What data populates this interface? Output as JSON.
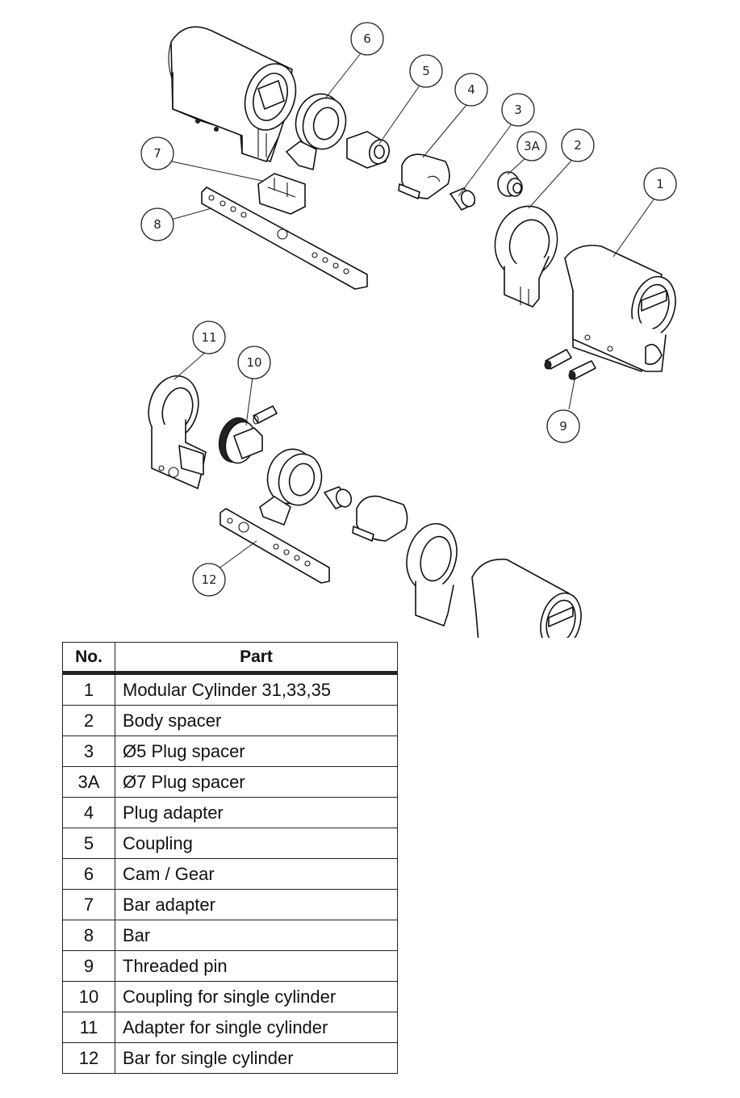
{
  "diagram": {
    "title": "Modular cylinder exploded view",
    "callouts": [
      {
        "label": "1",
        "part": "Modular Cylinder 31,33,35"
      },
      {
        "label": "2",
        "part": "Body spacer"
      },
      {
        "label": "3",
        "part": "Ø5 Plug spacer"
      },
      {
        "label": "3A",
        "part": "Ø7 Plug spacer"
      },
      {
        "label": "4",
        "part": "Plug adapter"
      },
      {
        "label": "5",
        "part": "Coupling"
      },
      {
        "label": "6",
        "part": "Cam / Gear"
      },
      {
        "label": "7",
        "part": "Bar adapter"
      },
      {
        "label": "8",
        "part": "Bar"
      },
      {
        "label": "9",
        "part": "Threaded pin"
      },
      {
        "label": "10",
        "part": "Coupling for single cylinder"
      },
      {
        "label": "11",
        "part": "Adapter for single cylinder"
      },
      {
        "label": "12",
        "part": "Bar for single cylinder"
      }
    ]
  },
  "parts_table": {
    "headers": {
      "no": "No.",
      "part": "Part"
    },
    "rows": [
      {
        "no": "1",
        "part": "Modular Cylinder 31,33,35"
      },
      {
        "no": "2",
        "part": "Body spacer"
      },
      {
        "no": "3",
        "part": "Ø5 Plug spacer"
      },
      {
        "no": "3A",
        "part": "Ø7 Plug spacer"
      },
      {
        "no": "4",
        "part": "Plug adapter"
      },
      {
        "no": "5",
        "part": "Coupling"
      },
      {
        "no": "6",
        "part": "Cam / Gear"
      },
      {
        "no": "7",
        "part": "Bar adapter"
      },
      {
        "no": "8",
        "part": "Bar"
      },
      {
        "no": "9",
        "part": "Threaded pin"
      },
      {
        "no": "10",
        "part": "Coupling for single cylinder"
      },
      {
        "no": "11",
        "part": "Adapter for single cylinder"
      },
      {
        "no": "12",
        "part": "Bar for single cylinder"
      }
    ]
  }
}
